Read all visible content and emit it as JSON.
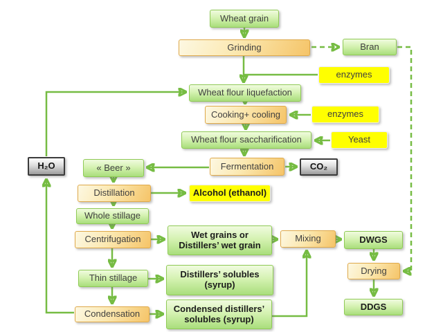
{
  "diagram": {
    "background": "#ffffff",
    "colors": {
      "arrow": "#76bc43",
      "green_box_border": "#8fca55",
      "green_box_fill_top": "#f0fbdf",
      "green_box_fill_bottom": "#a9de7c",
      "orange_box_border": "#dfa94a",
      "orange_box_fill_light": "#fdf8e2",
      "orange_box_fill_dark": "#f5c468",
      "yellow_box_fill": "#ffff00",
      "gray_box_border": "#3b3b3b",
      "gray_box_fill_top": "#ffffff",
      "gray_box_fill_bottom": "#9c9c9c",
      "label_text": "#3f3f3f",
      "bold_text": "#1c1c1c"
    },
    "nodes": {
      "wheat_grain": {
        "label": "Wheat grain"
      },
      "grinding": {
        "label": "Grinding"
      },
      "bran": {
        "label": "Bran"
      },
      "enzymes1": {
        "label": "enzymes"
      },
      "liquefaction": {
        "label": "Wheat flour liquefaction"
      },
      "cooking": {
        "label": "Cooking+ cooling"
      },
      "enzymes2": {
        "label": "enzymes"
      },
      "saccharification": {
        "label": "Wheat flour saccharification"
      },
      "yeast": {
        "label": "Yeast"
      },
      "fermentation": {
        "label": "Fermentation"
      },
      "co2": {
        "label": "CO₂"
      },
      "beer": {
        "label": "« Beer »"
      },
      "h2o": {
        "label": "H₂O"
      },
      "distillation": {
        "label": "Distillation"
      },
      "alcohol": {
        "label": "Alcohol (ethanol)"
      },
      "whole_stillage": {
        "label": "Whole stillage"
      },
      "centrifugation": {
        "label": "Centrifugation"
      },
      "wet_grains": {
        "label": "Wet grains or\nDistillers’ wet grain"
      },
      "mixing": {
        "label": "Mixing"
      },
      "dwgs": {
        "label": "DWGS"
      },
      "thin_stillage": {
        "label": "Thin stillage"
      },
      "distillers_solubles": {
        "label": "Distillers’ solubles\n(syrup)"
      },
      "condensation": {
        "label": "Condensation"
      },
      "condensed_solubles": {
        "label": "Condensed distillers’\nsolubles (syrup)"
      },
      "drying": {
        "label": "Drying"
      },
      "ddgs": {
        "label": "DDGS"
      }
    }
  }
}
